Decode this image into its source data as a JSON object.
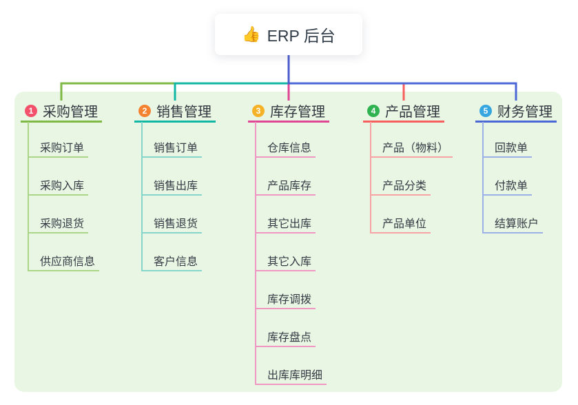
{
  "root": {
    "icon": "thumbs-up",
    "icon_glyph": "👍",
    "title": "ERP 后台"
  },
  "colors": {
    "canvas_background": "#ffffff",
    "panel_background": "#e8f6e3",
    "root_connector": "#4a5bce",
    "text": "#333a44"
  },
  "branches": [
    {
      "badge": "1",
      "badge_color": "#f3516b",
      "title": "采购管理",
      "line_color": "#7db944",
      "child_line_color": "#abd687",
      "children": [
        "采购订单",
        "采购入库",
        "采购退货",
        "供应商信息"
      ]
    },
    {
      "badge": "2",
      "badge_color": "#f58231",
      "title": "销售管理",
      "line_color": "#10b7a4",
      "child_line_color": "#83d6c9",
      "children": [
        "销售订单",
        "销售出库",
        "销售退货",
        "客户信息"
      ]
    },
    {
      "badge": "3",
      "badge_color": "#f6b226",
      "title": "库存管理",
      "line_color": "#e04593",
      "child_line_color": "#f096c3",
      "children": [
        "仓库信息",
        "产品库存",
        "其它出库",
        "其它入库",
        "库存调拨",
        "库存盘点",
        "出库库明细"
      ]
    },
    {
      "badge": "4",
      "badge_color": "#2fb24f",
      "title": "产品管理",
      "line_color": "#f75f5f",
      "child_line_color": "#f8a3a3",
      "children": [
        "产品（物料）",
        "产品分类",
        "产品单位"
      ]
    },
    {
      "badge": "5",
      "badge_color": "#35a6df",
      "title": "财务管理",
      "line_color": "#4b67d6",
      "child_line_color": "#9cb0e8",
      "children": [
        "回款单",
        "付款单",
        "结算账户"
      ]
    }
  ]
}
